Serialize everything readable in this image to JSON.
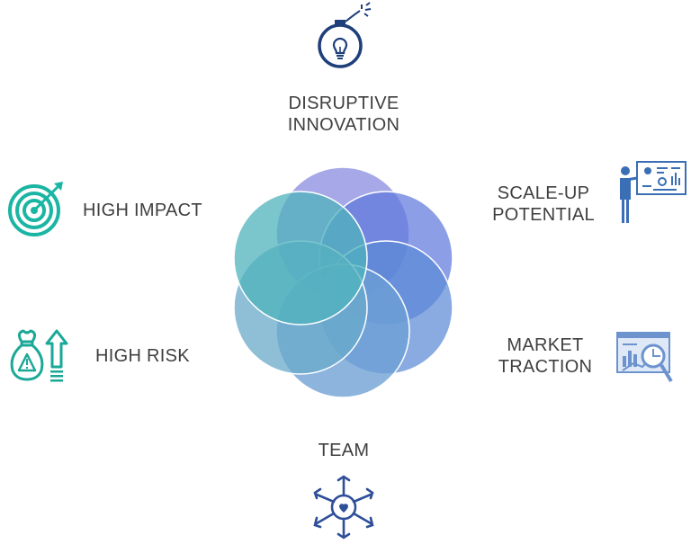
{
  "labels": {
    "disruptive_line1": "DISRUPTIVE",
    "disruptive_line2": "INNOVATION",
    "scale_line1": "SCALE-UP",
    "scale_line2": "POTENTIAL",
    "market_line1": "MARKET",
    "market_line2": "TRACTION",
    "team": "TEAM",
    "high_risk": "HIGH RISK",
    "high_impact": "HIGH IMPACT"
  },
  "icons": {
    "disruptive": "lightbulb-bomb-icon",
    "scale": "presenter-board-icon",
    "market": "analytics-magnifier-icon",
    "team": "team-hands-icon",
    "risk": "money-bag-risk-icon",
    "impact": "target-icon"
  },
  "colors": {
    "text": "#3f3f3f",
    "navy_icon": "#1f3f7a",
    "blue_icon": "#3a6fb5",
    "teal_icon": "#1bb5a3",
    "circle_top": "#8d8fe0",
    "circle_upper_right": "#6a82df",
    "circle_lower_right": "#5b8ad6",
    "circle_bottom": "#6b9fd3",
    "circle_lower_left": "#6aa9c9",
    "circle_upper_left": "#5cb6bf"
  }
}
